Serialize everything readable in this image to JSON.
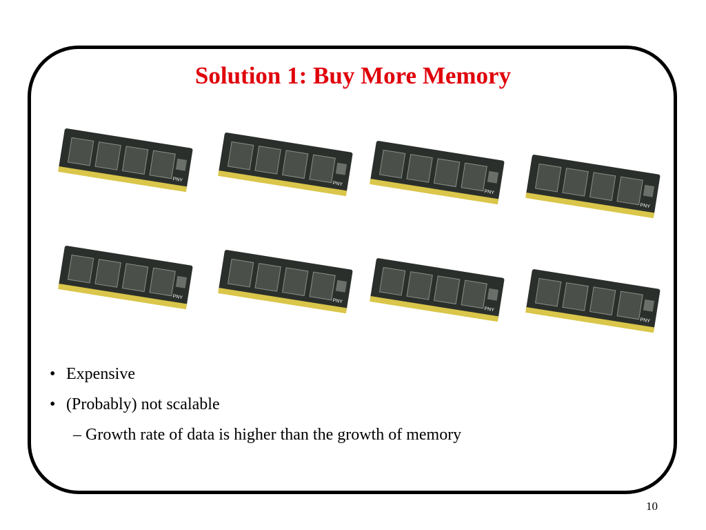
{
  "slide": {
    "title": "Solution 1: Buy More Memory",
    "title_color": "#e0000a",
    "bullets": [
      {
        "level": 1,
        "text": "Expensive"
      },
      {
        "level": 1,
        "text": "(Probably) not scalable"
      },
      {
        "level": 2,
        "text": "Growth rate of data is higher than the growth of memory"
      }
    ],
    "page_number": "10"
  },
  "image": {
    "icon": "ram-module-icon",
    "count": 8,
    "label_text": "PNY"
  }
}
